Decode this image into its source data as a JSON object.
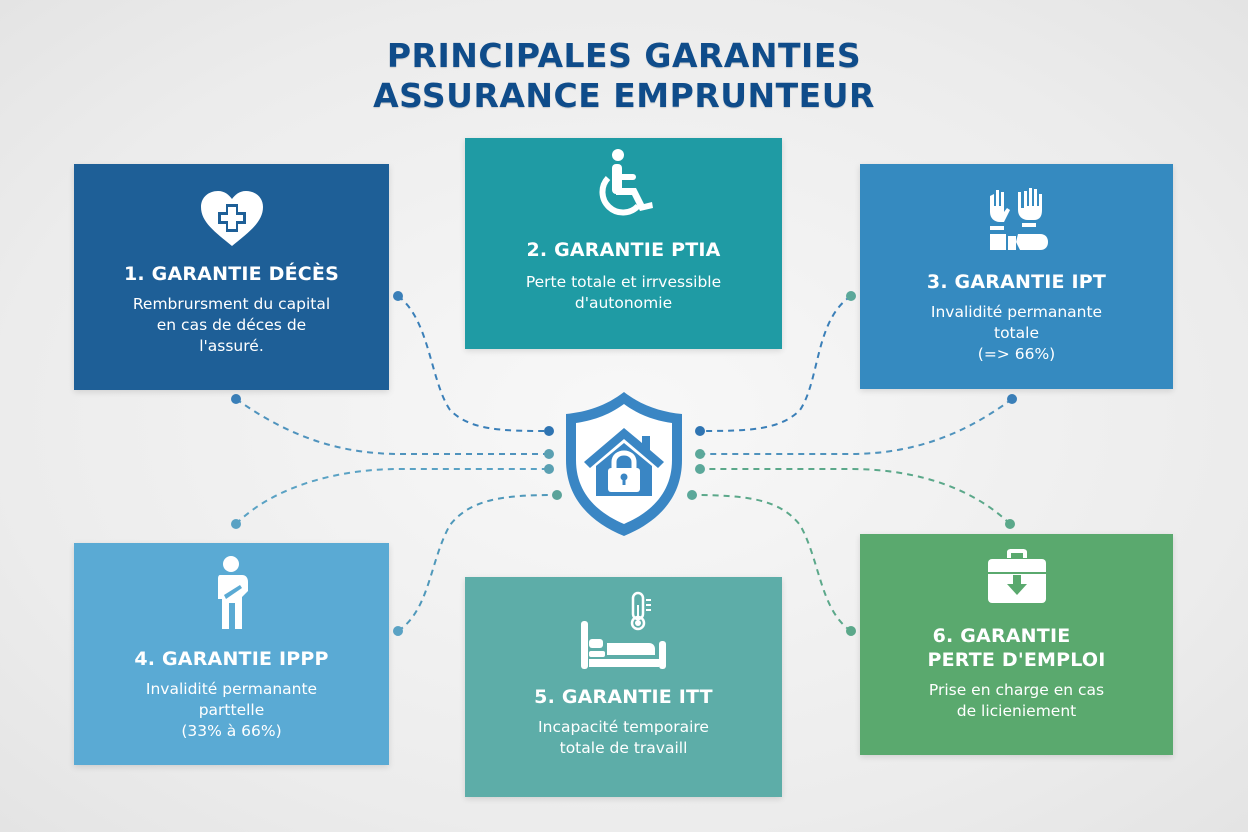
{
  "title": {
    "line1": "PRINCIPALES GARANTIES",
    "line2": "ASSURANCE EMPRUNTEUR",
    "color": "#0f4c8a"
  },
  "center": {
    "icon": "shield-house-lock-icon",
    "color": "#3a86c4"
  },
  "cards": [
    {
      "id": 1,
      "icon": "heart-cross-icon",
      "title": "1. GARANTIE DÉCÈS",
      "desc_lines": [
        "Rembrursment du capital",
        "en cas de déces de",
        "l'assuré."
      ],
      "color": "#1e5f97"
    },
    {
      "id": 2,
      "icon": "wheelchair-icon",
      "title": "2. GARANTIE PTIA",
      "desc_lines": [
        "Perte totale et irrvessible",
        "d'autonomie"
      ],
      "color": "#1f9ba4"
    },
    {
      "id": 3,
      "icon": "hands-icon",
      "title": "3. GARANTIE IPT",
      "desc_lines": [
        "Invalidité permanante",
        "totale",
        "(=> 66%)"
      ],
      "color": "#358ac0"
    },
    {
      "id": 4,
      "icon": "injured-person-icon",
      "title": "4. GARANTIE IPPP",
      "desc_lines": [
        "Invalidité permanante",
        "parttelle",
        "(33% à 66%)"
      ],
      "color": "#5aaad4"
    },
    {
      "id": 5,
      "icon": "bed-thermometer-icon",
      "title": "5. GARANTIE ITT",
      "desc_lines": [
        "Incapacité temporaire",
        "totale de travaill"
      ],
      "color": "#5dada8"
    },
    {
      "id": 6,
      "icon": "briefcase-down-arrow-icon",
      "title_lines": [
        "6. GARANTIE",
        "PERTE D'EMPLOI"
      ],
      "desc_lines": [
        "Prise en charge en cas",
        "de licieniement"
      ],
      "color": "#5aa96e"
    }
  ]
}
